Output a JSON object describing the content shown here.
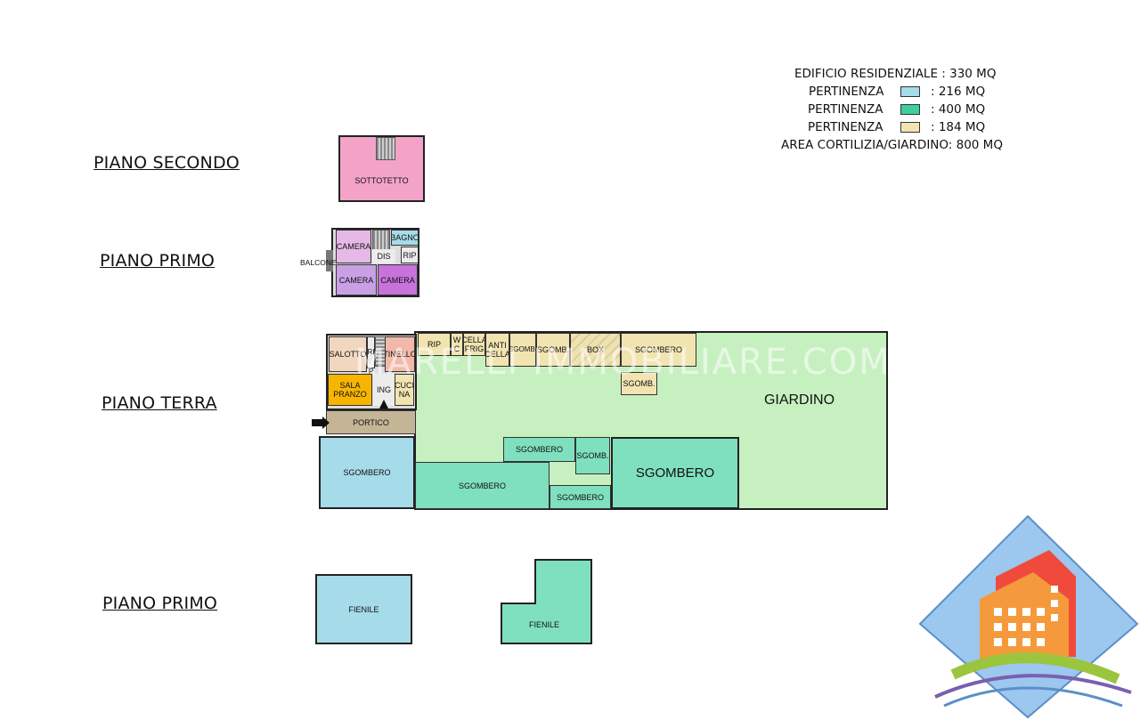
{
  "legend": {
    "residential": "EDIFICIO RESIDENZIALE : 330 MQ",
    "pert_blue_label": "PERTINENZA",
    "pert_blue_value": ": 216 MQ",
    "pert_green_label": "PERTINENZA",
    "pert_green_value": ": 400 MQ",
    "pert_beige_label": "PERTINENZA",
    "pert_beige_value": ": 184 MQ",
    "garden": "AREA CORTILIZIA/GIARDINO: 800 MQ",
    "colors": {
      "blue": "#a6dbe9",
      "green": "#7fe0bf",
      "beige": "#f1e4b1",
      "pink": "#f4a3c8",
      "lilac": "#c9a0e6",
      "garden": "#c7f0c0"
    }
  },
  "floors": {
    "second": "PIANO SECONDO",
    "first": "PIANO PRIMO",
    "ground": "PIANO TERRA",
    "first_annex": "PIANO PRIMO"
  },
  "rooms": {
    "sottotetto": "SOTTOTETTO",
    "camera_top": "CAMERA",
    "bagno": "BAGNO",
    "dis": "DIS",
    "rip_first": "RIP",
    "balcone": "BALCONE",
    "camera_bl": "CAMERA",
    "camera_br": "CAMERA",
    "salotto": "SALOTTO",
    "ri": "RI",
    "p": "P",
    "tinello": "TINELLO",
    "sala_pranzo_1": "SALA",
    "sala_pranzo_2": "PRANZO",
    "ing": "ING",
    "cucina_1": "CUCI",
    "cucina_2": "NA",
    "portico": "PORTICO",
    "rip_ground": "RIP",
    "wc_1": "W",
    "wc_2": "C",
    "cella_frig_1": "CELLA",
    "cella_frig_2": "FRIG",
    "anti_cella_1": "ANTI",
    "anti_cella_2": "CELLA",
    "sgomb_1": "SGOMB.",
    "sgomb_2": "SGOMB.",
    "box": "BOX",
    "sgombero_top": "SGOMBERO",
    "sgomb_small": "SGOMB.",
    "giardino": "GIARDINO",
    "sgombero_blue": "SGOMBERO",
    "sgombero_g1": "SGOMBERO",
    "sgombero_g2": "SGOMBERO",
    "sgomb_g3": "SGOMB.",
    "sgombero_g4": "SGOMBERO",
    "sgombero_big": "SGOMBERO",
    "fienile_blue": "FIENILE",
    "fienile_green": "FIENILE"
  },
  "watermark": "MARELLI IMMOBILIARE.COM"
}
